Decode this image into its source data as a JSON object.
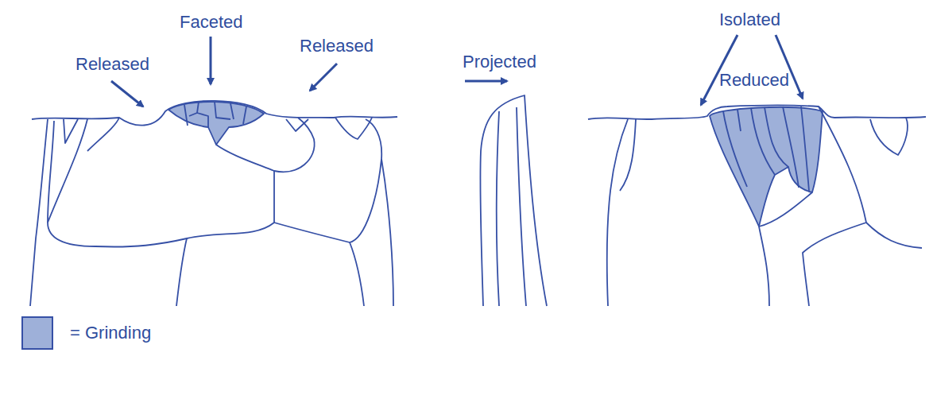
{
  "diagram": {
    "labels": [
      "Released",
      "Faceted",
      "Released",
      "Projected",
      "Isolated",
      "Reduced"
    ],
    "legend": [
      {
        "text": "= Grinding",
        "color": "#9eb0d9"
      }
    ]
  }
}
